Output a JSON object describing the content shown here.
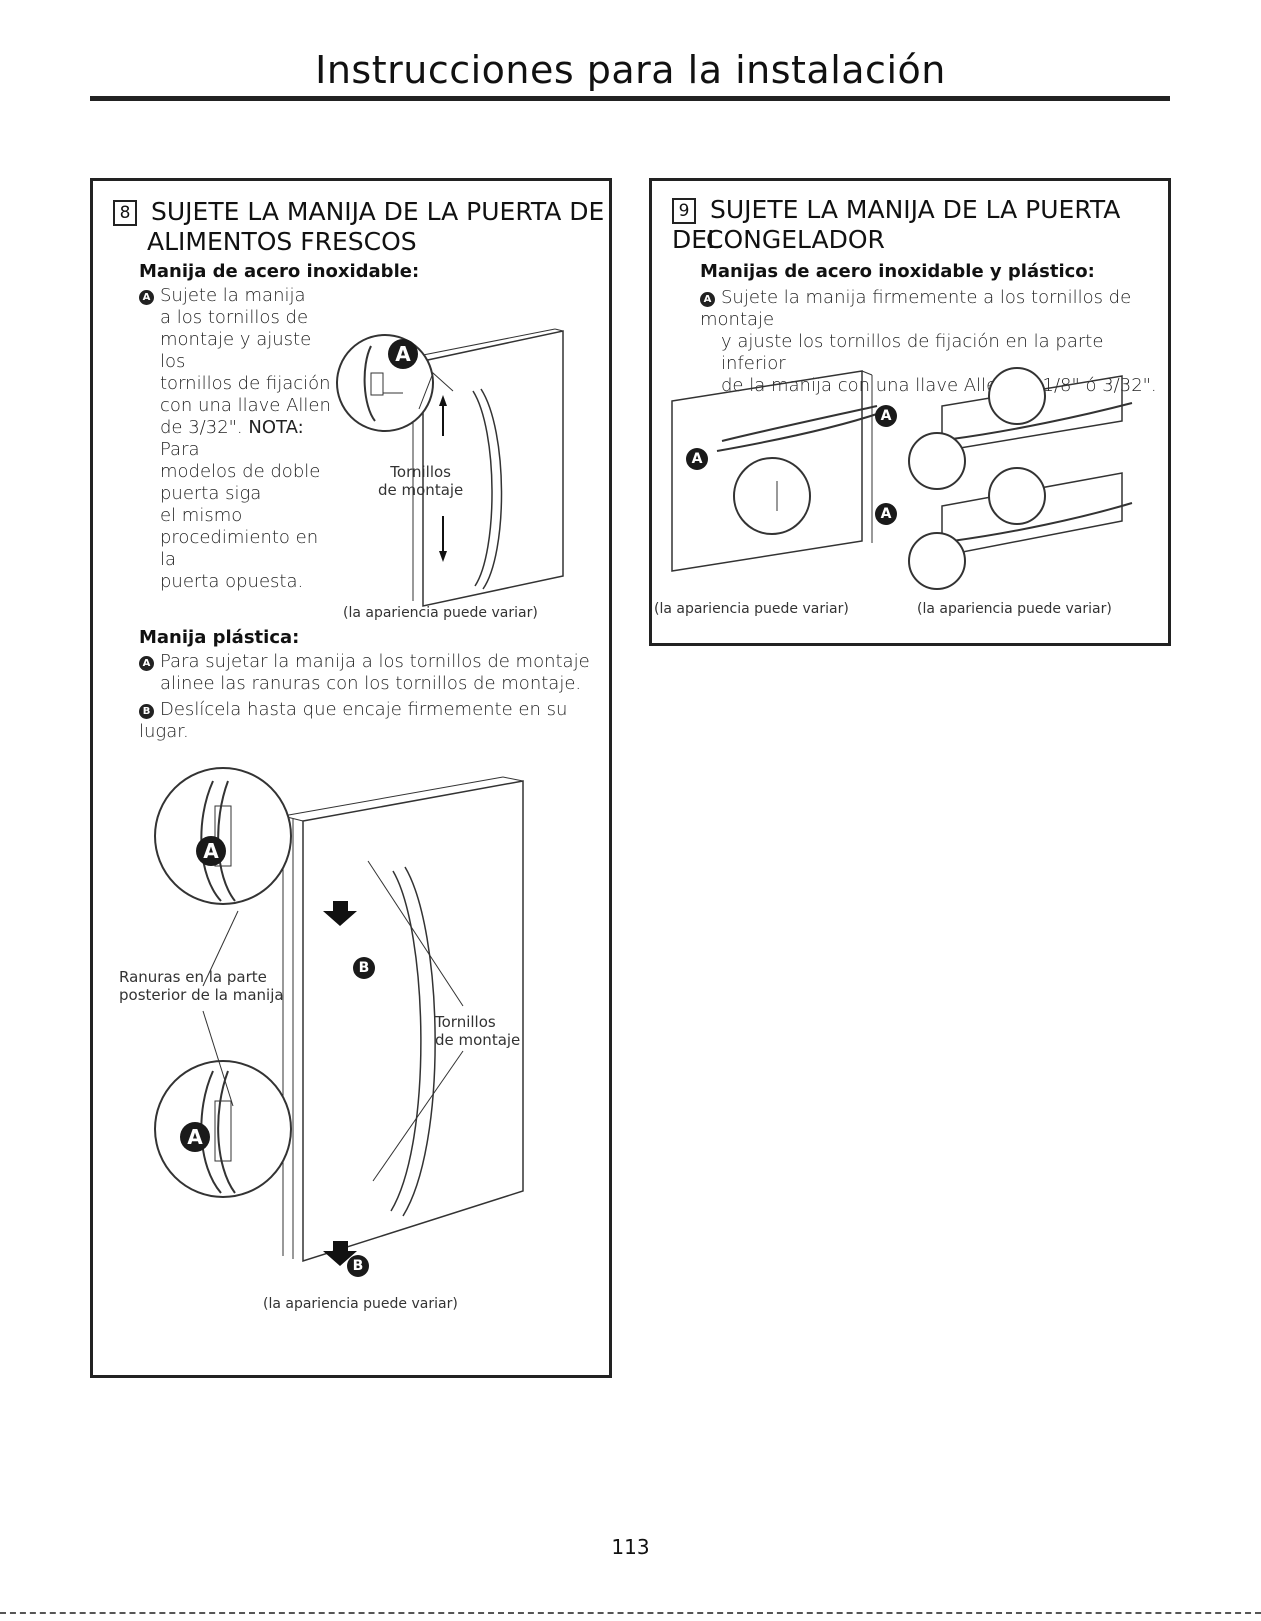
{
  "page": {
    "title": "Instrucciones para la instalación",
    "page_number": "113"
  },
  "step8": {
    "number": "8",
    "heading_line1": "SUJETE LA MANIJA DE LA PUERTA DE",
    "heading_line2": "ALIMENTOS FRESCOS",
    "stainless_heading": "Manija de acero inoxidable:",
    "stainless_text_l1": "Sujete la manija",
    "stainless_text_l2": "a los tornillos de",
    "stainless_text_l3": "montaje y ajuste los",
    "stainless_text_l4": "tornillos de fijación",
    "stainless_text_l5": "con una llave Allen",
    "stainless_text_l6_pre": "de 3/32\".",
    "nota_label": "NOTA:",
    "stainless_text_l6_post": "Para",
    "stainless_text_l7": "modelos de doble",
    "stainless_text_l8": "puerta siga",
    "stainless_text_l9": "el mismo",
    "stainless_text_l10": "procedimiento en la",
    "stainless_text_l11": "puerta opuesta.",
    "fig1_label_l1": "Tornillos",
    "fig1_label_l2": "de montaje",
    "fig1_caption": "(la apariencia puede variar)",
    "plastic_heading": "Manija plástica:",
    "plastic_a_l1": "Para sujetar la manija a los tornillos de montaje",
    "plastic_a_l2": "alinee las ranuras con los tornillos de montaje.",
    "plastic_b": "Deslícela hasta que encaje firmemente en su lugar.",
    "fig2_slots_l1": "Ranuras en la parte",
    "fig2_slots_l2": "posterior de la manija",
    "fig2_screws_l1": "Tornillos",
    "fig2_screws_l2": "de montaje",
    "fig2_caption": "(la apariencia puede variar)"
  },
  "step9": {
    "number": "9",
    "heading_line1": "SUJETE LA MANIJA DE LA PUERTA DEL",
    "heading_line2": "CONGELADOR",
    "sub_heading": "Manijas de acero inoxidable y plástico:",
    "text_l1": "Sujete la manija firmemente a los tornillos de montaje",
    "text_l2": "y ajuste los tornillos de fijación en la parte inferior",
    "text_l3": "de la manija con una llave Allen de 1/8\" ó 3/32\".",
    "caption_left": "(la apariencia puede variar)",
    "caption_right": "(la apariencia puede variar)"
  },
  "badges": {
    "a": "A",
    "b": "B"
  }
}
